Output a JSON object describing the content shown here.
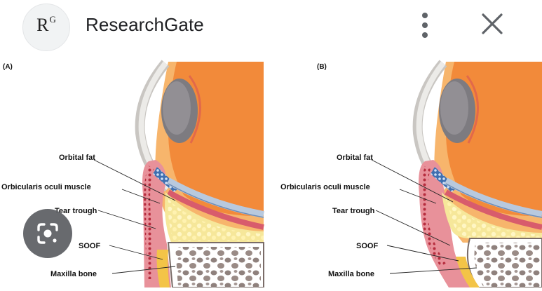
{
  "header": {
    "logo_text": "R",
    "logo_superscript": "G",
    "site_name": "ResearchGate"
  },
  "icons": {
    "more": "more-vert-icon",
    "close": "close-icon",
    "lens": "google-lens-icon"
  },
  "figure": {
    "panels": [
      {
        "tag": "(A)",
        "labels": [
          "Orbital fat",
          "Orbicularis oculi muscle",
          "Tear trough",
          "SOOF",
          "Maxilla bone"
        ]
      },
      {
        "tag": "(B)",
        "labels": [
          "Orbital fat",
          "Orbicularis oculi muscle",
          "Tear trough",
          "SOOF",
          "Maxilla bone"
        ]
      }
    ]
  },
  "colors": {
    "skin": "#e8919a",
    "muscle": "#d4566a",
    "fat": "#f6e79a",
    "bone": "#9c8c88",
    "eye_orange": "#f28a3a"
  }
}
